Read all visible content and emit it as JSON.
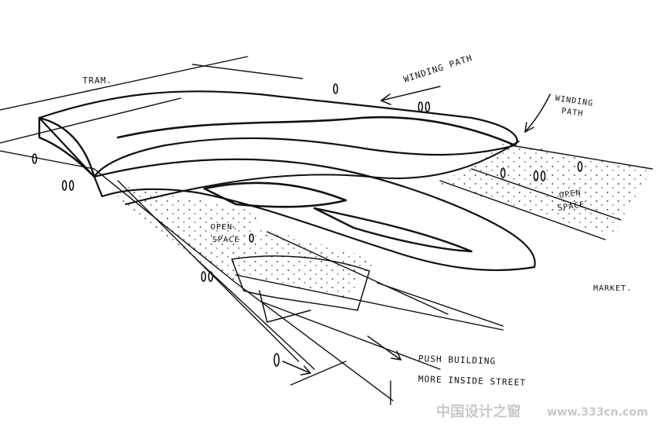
{
  "labels": {
    "tram": "TRAM.",
    "winding_path_top": "WINDING PATH",
    "winding_path_right_1": "WINDING",
    "winding_path_right_2": "PATH",
    "open_space_right_1": "OPEN",
    "open_space_right_2": "SPACE",
    "open_space_left_1": "OPEN.",
    "open_space_left_2": "SPACE",
    "market": "MARKET.",
    "push_line_1": "PUSH BUILDING",
    "push_line_2": "MORE INSIDE STREET"
  },
  "watermark": {
    "cn": "中国设计之窗",
    "url": "www.333cn.com"
  },
  "colors": {
    "ink": "#111111",
    "paper": "#ffffff",
    "watermark": "#c9c9c9"
  }
}
